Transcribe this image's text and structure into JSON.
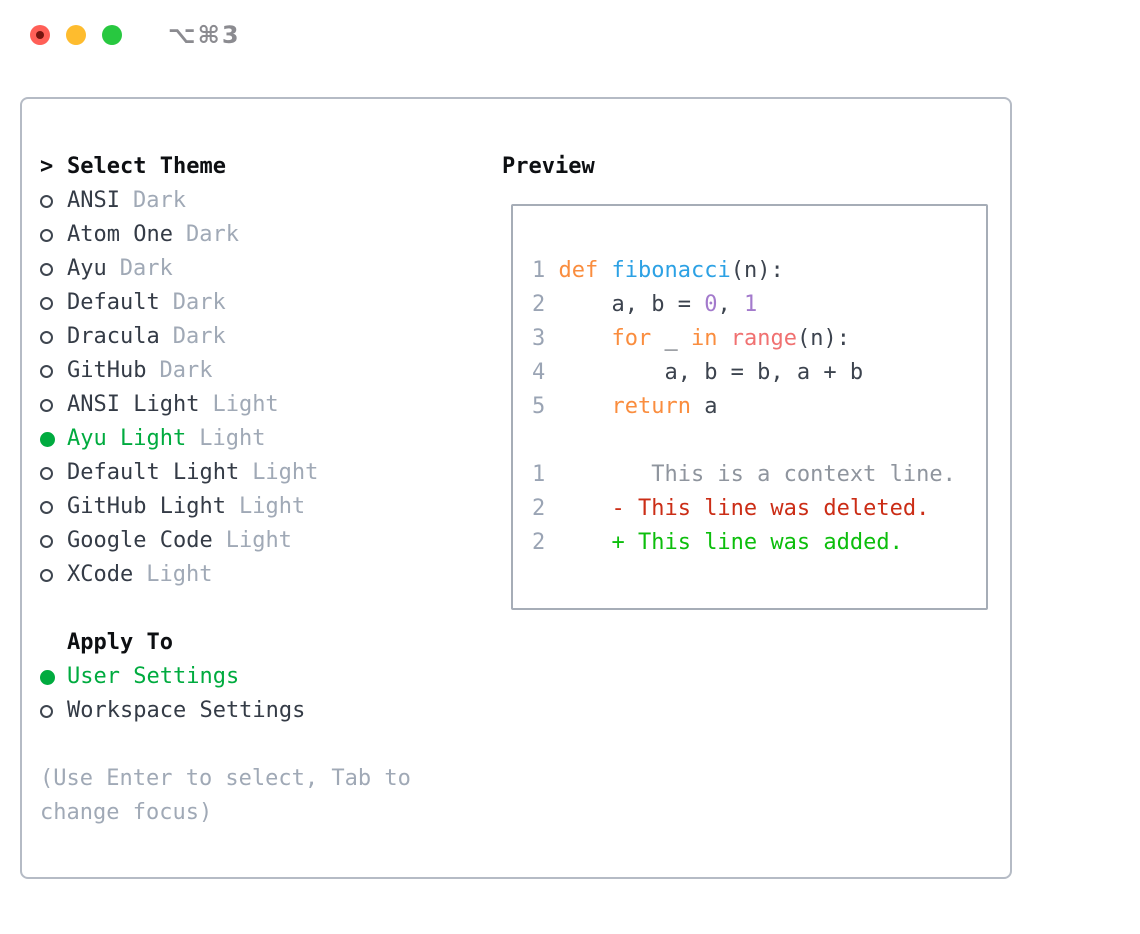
{
  "titlebar": {
    "shortcut": "⌥⌘3"
  },
  "panel": {
    "theme_list": {
      "header_prefix": ">",
      "header": "Select Theme",
      "items": [
        {
          "name": "ANSI",
          "variant": "Dark",
          "selected": false
        },
        {
          "name": "Atom One",
          "variant": "Dark",
          "selected": false
        },
        {
          "name": "Ayu",
          "variant": "Dark",
          "selected": false
        },
        {
          "name": "Default",
          "variant": "Dark",
          "selected": false
        },
        {
          "name": "Dracula",
          "variant": "Dark",
          "selected": false
        },
        {
          "name": "GitHub",
          "variant": "Dark",
          "selected": false
        },
        {
          "name": "ANSI Light",
          "variant": "Light",
          "selected": false
        },
        {
          "name": "Ayu Light",
          "variant": "Light",
          "selected": true
        },
        {
          "name": "Default Light",
          "variant": "Light",
          "selected": false
        },
        {
          "name": "GitHub Light",
          "variant": "Light",
          "selected": false
        },
        {
          "name": "Google Code",
          "variant": "Light",
          "selected": false
        },
        {
          "name": "XCode",
          "variant": "Light",
          "selected": false
        }
      ]
    },
    "apply_to": {
      "header": "Apply To",
      "options": [
        {
          "label": "User Settings",
          "selected": true
        },
        {
          "label": "Workspace Settings",
          "selected": false
        }
      ]
    },
    "hint": "(Use Enter to select, Tab to change focus)"
  },
  "preview": {
    "title": "Preview",
    "palette": {
      "num": "#9aa4b4",
      "kw": "#fa8d3e",
      "fn": "#2ca1e4",
      "plain": "#3c434e",
      "const": "#a37acc",
      "builtin": "#f07171",
      "ctx": "#8f959e",
      "del": "#cb2d16",
      "add": "#0cbe0c"
    },
    "lines": [
      [
        {
          "t": "1 ",
          "r": "num"
        },
        {
          "t": "def",
          "r": "kw"
        },
        {
          "t": " ",
          "r": "plain"
        },
        {
          "t": "fibonacci",
          "r": "fn"
        },
        {
          "t": "(n):",
          "r": "plain"
        }
      ],
      [
        {
          "t": "2 ",
          "r": "num"
        },
        {
          "t": "    a, b = ",
          "r": "plain"
        },
        {
          "t": "0",
          "r": "const"
        },
        {
          "t": ", ",
          "r": "plain"
        },
        {
          "t": "1",
          "r": "const"
        }
      ],
      [
        {
          "t": "3 ",
          "r": "num"
        },
        {
          "t": "    ",
          "r": "plain"
        },
        {
          "t": "for",
          "r": "kw"
        },
        {
          "t": " _ ",
          "r": "plain"
        },
        {
          "t": "in",
          "r": "kw"
        },
        {
          "t": " ",
          "r": "plain"
        },
        {
          "t": "range",
          "r": "builtin"
        },
        {
          "t": "(n):",
          "r": "plain"
        }
      ],
      [
        {
          "t": "4 ",
          "r": "num"
        },
        {
          "t": "        a, b = b, a + b",
          "r": "plain"
        }
      ],
      [
        {
          "t": "5 ",
          "r": "num"
        },
        {
          "t": "    ",
          "r": "plain"
        },
        {
          "t": "return",
          "r": "kw"
        },
        {
          "t": " a",
          "r": "plain"
        }
      ],
      [],
      [
        {
          "t": "1",
          "r": "num"
        },
        {
          "t": "        This is a context line.",
          "r": "ctx"
        }
      ],
      [
        {
          "t": "2",
          "r": "num"
        },
        {
          "t": "     - This line was deleted.",
          "r": "del"
        }
      ],
      [
        {
          "t": "2",
          "r": "num"
        },
        {
          "t": "     + This line was added.",
          "r": "add"
        }
      ]
    ]
  },
  "colors": {
    "accent_green": "#00ab3f",
    "traffic_red": "#ff5f57",
    "traffic_red_dot": "#74150f",
    "traffic_yellow": "#febc2e",
    "traffic_green": "#28c840",
    "panel_border": "#b5bbc5",
    "preview_border": "#a6adb7",
    "header_text": "#0d0f12",
    "item_text": "#343b46",
    "muted_text": "#a0a9b6",
    "radio_ring": "#3f4650",
    "shortcut_text": "#8b8b90"
  }
}
